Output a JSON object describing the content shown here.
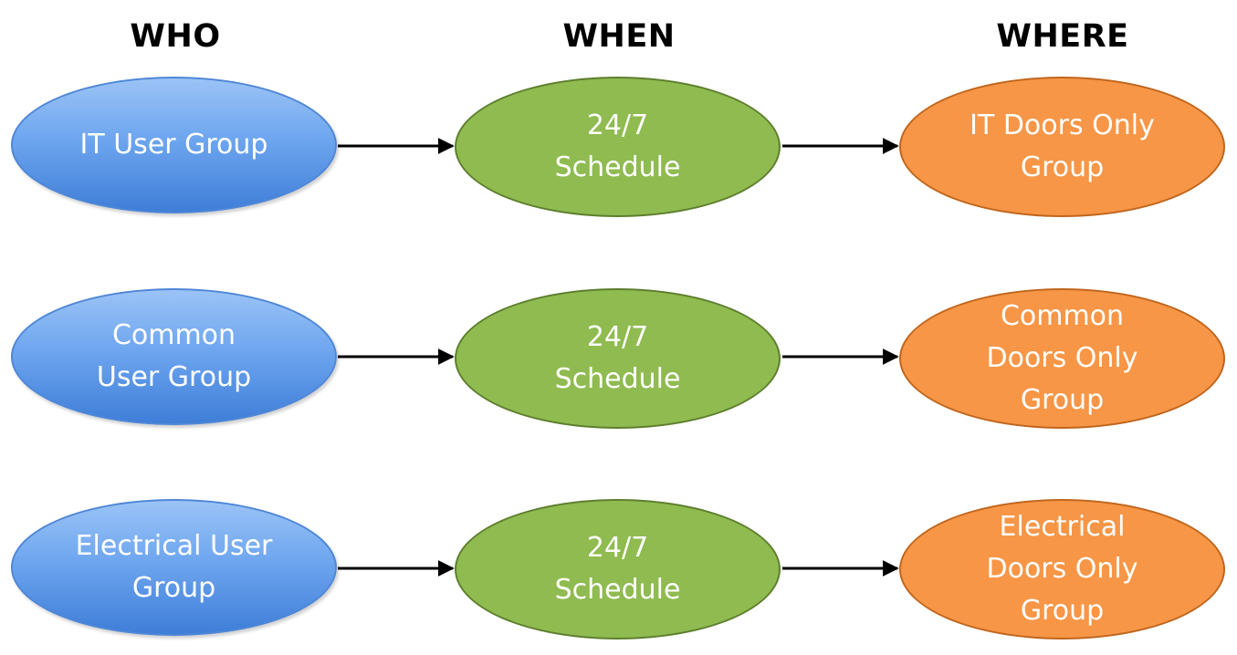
{
  "headers": {
    "who": "WHO",
    "when": "WHEN",
    "where": "WHERE"
  },
  "rows": [
    {
      "who": [
        "IT User Group"
      ],
      "when": [
        "24/7",
        "Schedule"
      ],
      "where": [
        "IT Doors Only",
        "Group"
      ]
    },
    {
      "who": [
        "Common",
        "User Group"
      ],
      "when": [
        "24/7",
        "Schedule"
      ],
      "where": [
        "Common",
        "Doors Only",
        "Group"
      ]
    },
    {
      "who": [
        "Electrical User",
        "Group"
      ],
      "when": [
        "24/7",
        "Schedule"
      ],
      "where": [
        "Electrical",
        "Doors Only",
        "Group"
      ]
    }
  ],
  "colors": {
    "who_fill": "#6ea6ef",
    "when_fill": "#8fbb50",
    "where_fill": "#f79646",
    "arrow": "#000000"
  }
}
